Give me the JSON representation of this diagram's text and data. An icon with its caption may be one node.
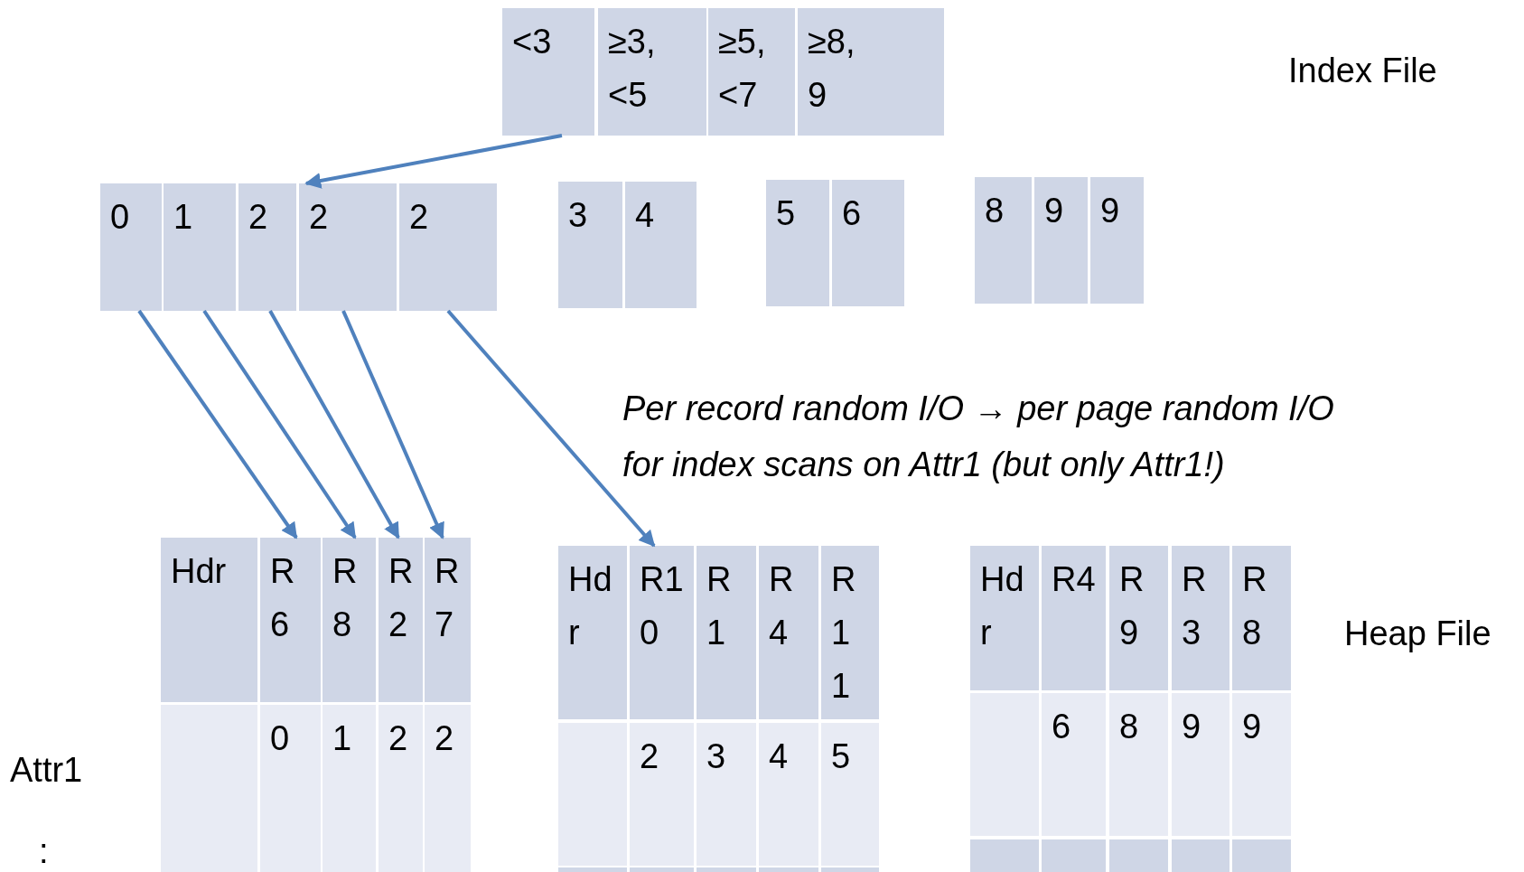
{
  "diagram": {
    "nodes": [
      {
        "text": [
          "<3"
        ]
      },
      {
        "text": [
          "≥3, <5"
        ]
      },
      {
        "text": [
          "≥5, <7"
        ]
      },
      {
        "text": [
          "≥8, 9"
        ]
      },
      {
        "text": [
          "0"
        ]
      },
      {
        "text": [
          "1"
        ]
      },
      {
        "text": [
          "2"
        ]
      },
      {
        "text": [
          "2"
        ]
      },
      {
        "text": [
          "2"
        ]
      },
      {
        "text": [
          "3"
        ]
      },
      {
        "text": [
          "4"
        ]
      },
      {
        "text": [
          "5"
        ]
      },
      {
        "text": [
          "6"
        ]
      },
      {
        "text": [
          "8"
        ]
      },
      {
        "text": [
          "9"
        ]
      },
      {
        "text": [
          "9"
        ]
      },
      {
        "text": [
          "Hdr"
        ]
      },
      {
        "text": [
          "R6"
        ]
      },
      {
        "text": [
          "R8"
        ]
      },
      {
        "text": [
          "R2"
        ]
      },
      {
        "text": [
          "R7"
        ]
      },
      {
        "text": [],
        "shape": "box"
      },
      {
        "text": [
          "0"
        ]
      },
      {
        "text": [
          "1"
        ]
      },
      {
        "text": [
          "2"
        ]
      },
      {
        "text": [
          "2"
        ]
      },
      {
        "text": [
          "Hdr"
        ]
      },
      {
        "text": [
          "R10"
        ]
      },
      {
        "text": [
          "R1"
        ]
      },
      {
        "text": [
          "R4"
        ]
      },
      {
        "text": [
          "R11"
        ]
      },
      {
        "text": [],
        "shape": "box"
      },
      {
        "text": [
          "2"
        ]
      },
      {
        "text": [
          "3"
        ]
      },
      {
        "text": [
          "4"
        ]
      },
      {
        "text": [
          "5"
        ]
      },
      {
        "text": [],
        "shape": "box"
      },
      {
        "text": [],
        "shape": "box"
      },
      {
        "text": [],
        "shape": "box"
      },
      {
        "text": [],
        "shape": "box"
      },
      {
        "text": [],
        "shape": "box"
      },
      {
        "text": [
          "Hdr"
        ]
      },
      {
        "text": [
          "R4"
        ]
      },
      {
        "text": [
          "R9"
        ]
      },
      {
        "text": [
          "R3"
        ]
      },
      {
        "text": [
          "R8"
        ]
      },
      {
        "text": [],
        "shape": "box"
      },
      {
        "text": [
          "6"
        ]
      },
      {
        "text": [
          "8"
        ]
      },
      {
        "text": [
          "9"
        ]
      },
      {
        "text": [
          "9"
        ]
      },
      {
        "text": [],
        "shape": "box"
      },
      {
        "text": [],
        "shape": "box"
      },
      {
        "text": [],
        "shape": "box"
      },
      {
        "text": [],
        "shape": "box"
      },
      {
        "text": [],
        "shape": "box"
      }
    ],
    "edges": [
      {
        "from": 0,
        "to": 7,
        "arrow": "to"
      },
      {
        "from": 4,
        "to": 17,
        "arrow": "to"
      },
      {
        "from": 5,
        "to": 18,
        "arrow": "to"
      },
      {
        "from": 6,
        "to": 19,
        "arrow": "to"
      },
      {
        "from": 7,
        "to": 20,
        "arrow": "to"
      },
      {
        "from": 8,
        "to": 27,
        "arrow": "to"
      }
    ],
    "labels": [
      "Index File",
      "Per record random I/O → per page random I/O",
      "for index scans on Attr1 (but only Attr1!)",
      "Heap File",
      "Attr1",
      ":"
    ]
  }
}
